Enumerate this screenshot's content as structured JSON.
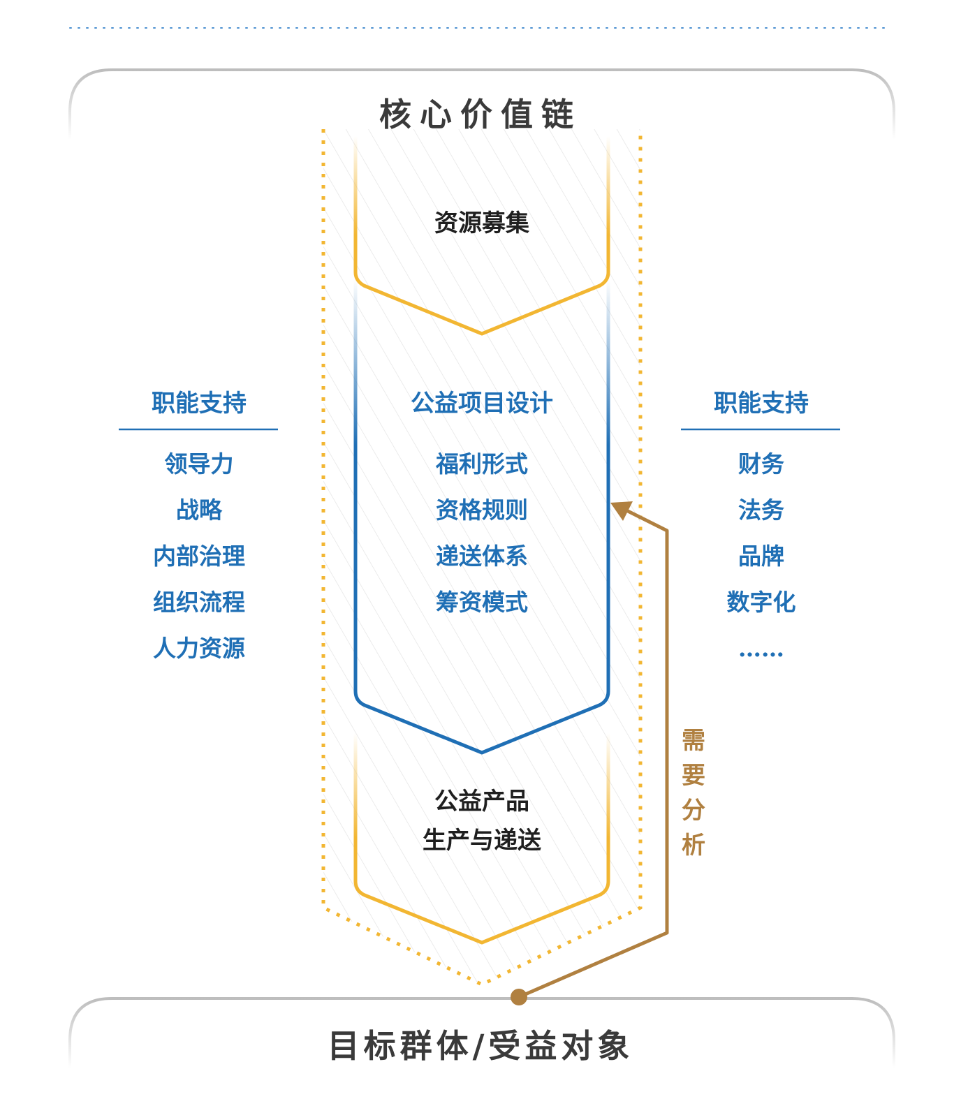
{
  "title_top": "核心价值链",
  "title_bottom": "目标群体/受益对象",
  "stage_top": "资源募集",
  "stage_mid_title": "公益项目设计",
  "stage_mid_items": [
    "福利形式",
    "资格规则",
    "递送体系",
    "筹资模式"
  ],
  "stage_bottom_lines": [
    "公益产品",
    "生产与递送"
  ],
  "left_support": {
    "title": "职能支持",
    "items": [
      "领导力",
      "战略",
      "内部治理",
      "组织流程",
      "人力资源"
    ]
  },
  "right_support": {
    "title": "职能支持",
    "items": [
      "财务",
      "法务",
      "品牌",
      "数字化",
      "……"
    ]
  },
  "feedback_label": [
    "需",
    "要",
    "分",
    "析"
  ],
  "colors": {
    "gold": "#f2b632",
    "blue": "#1f6fb5",
    "brown": "#b08040",
    "gray_text": "#3a3a3a"
  }
}
